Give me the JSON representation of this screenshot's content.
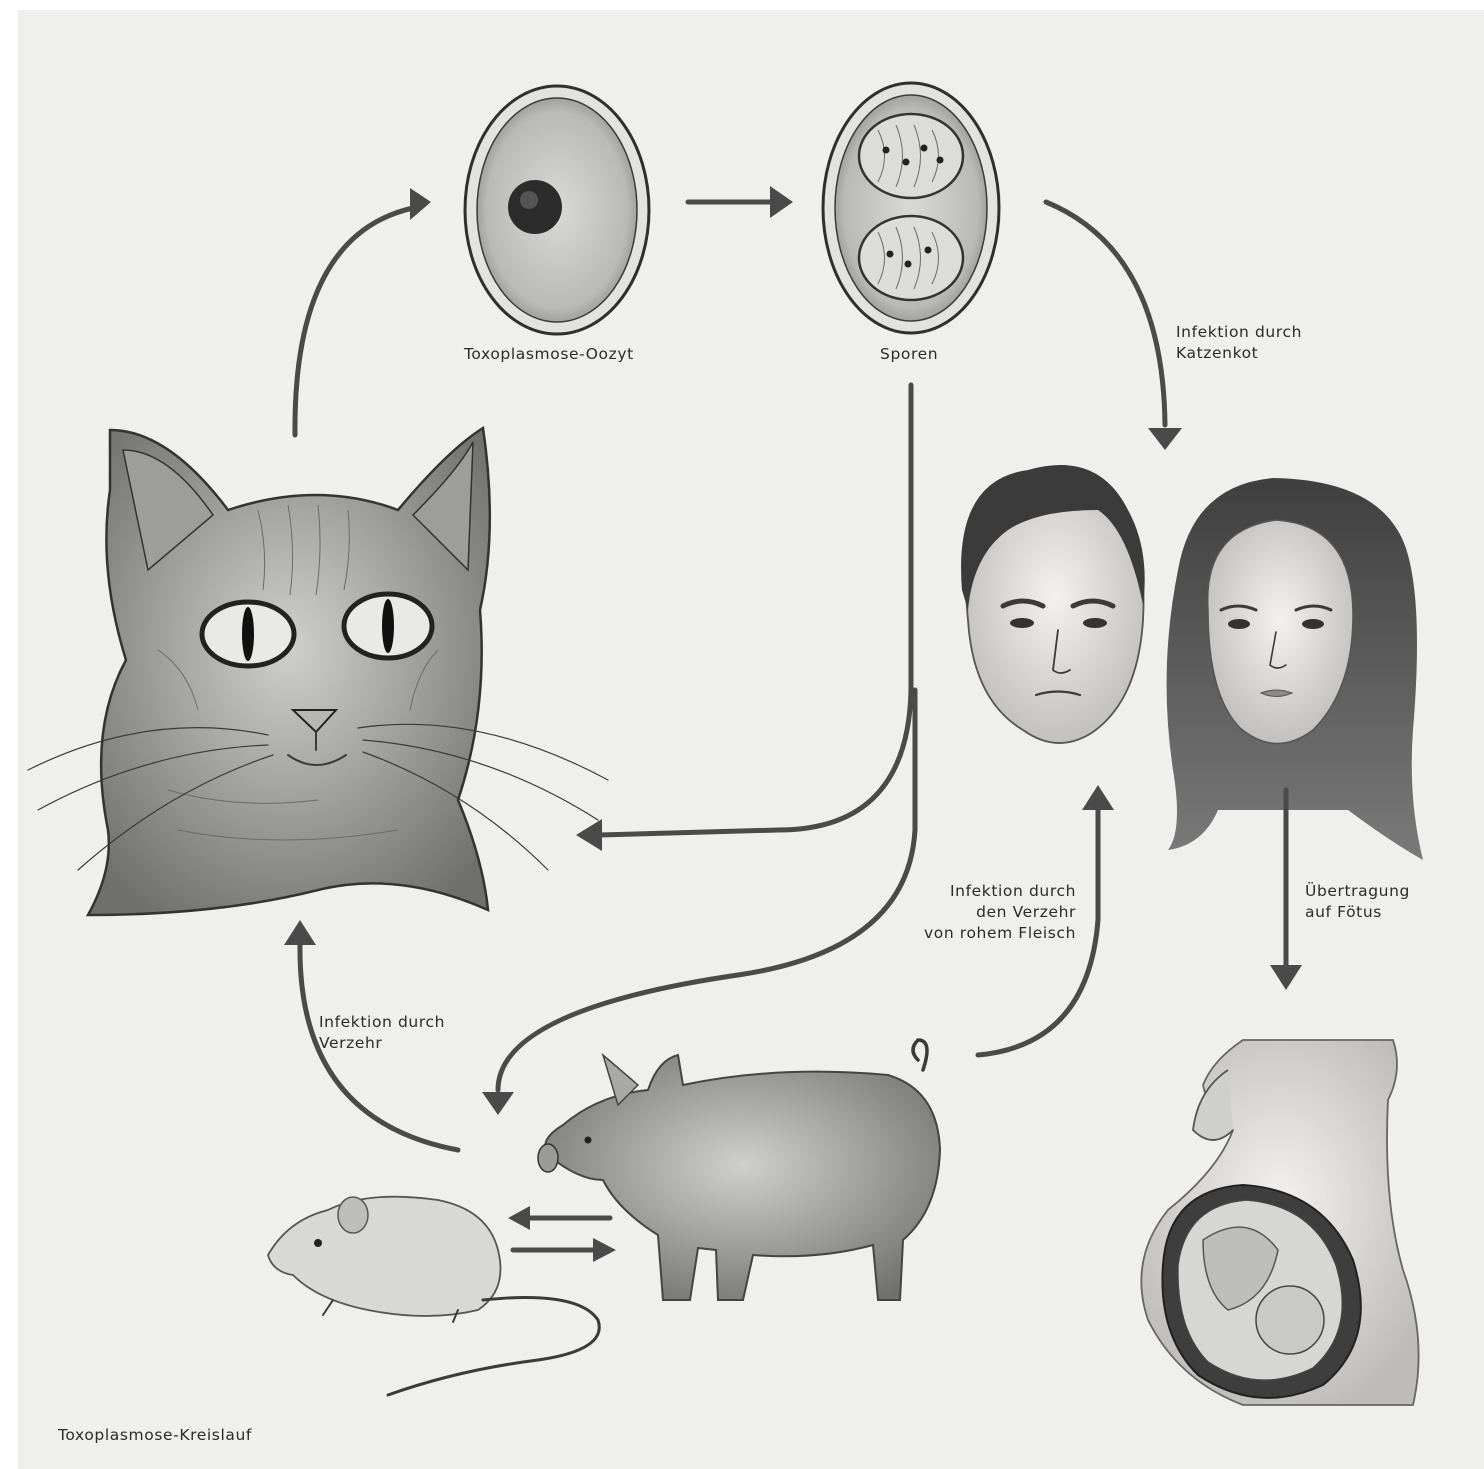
{
  "diagram": {
    "caption": "Toxoplasmose-Kreislauf",
    "nodes": {
      "oocyst": "Toxoplasmose-Oozyt",
      "spores": "Sporen"
    },
    "edges": {
      "cat_feces": "Infektion durch\nKatzenkot",
      "raw_meat": "Infektion durch\nden Verzehr\nvon rohem Fleisch",
      "fetus": "Übertragung\nauf Fötus",
      "consumption": "Infektion durch\nVerzehr"
    },
    "illustrations": [
      "cat-illustration",
      "oocyst-illustration",
      "spores-illustration",
      "man-face-illustration",
      "woman-face-illustration",
      "pig-illustration",
      "mouse-illustration",
      "pregnant-woman-illustration"
    ]
  }
}
